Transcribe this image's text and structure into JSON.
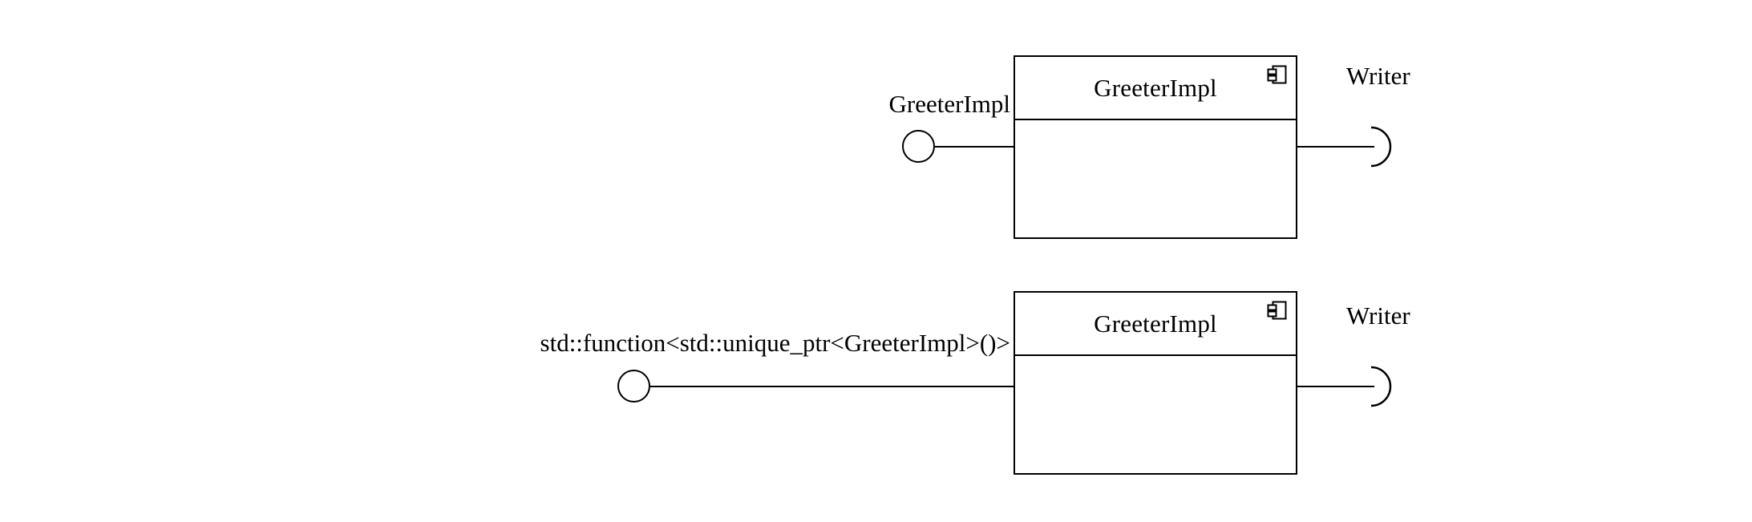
{
  "diagram": {
    "type": "uml-component-diagram",
    "title": "",
    "background_color": "#ffffff",
    "stroke_color": "#000000",
    "notation": "UML component with ball-and-socket interfaces"
  },
  "components": [
    {
      "id": "top",
      "name": "GreeterImpl",
      "icon": "component-icon",
      "provided_interface": {
        "label": "GreeterImpl",
        "notation": "ball"
      },
      "required_interface": {
        "label": "Writer",
        "notation": "socket"
      }
    },
    {
      "id": "bottom",
      "name": "GreeterImpl",
      "icon": "component-icon",
      "provided_interface": {
        "label": "std::function<std::unique_ptr<GreeterImpl>()>",
        "notation": "ball"
      },
      "required_interface": {
        "label": "Writer",
        "notation": "socket"
      }
    }
  ]
}
